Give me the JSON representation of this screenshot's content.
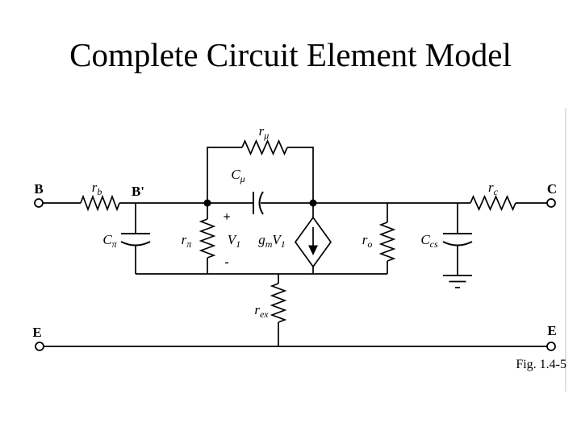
{
  "slide": {
    "title": "Complete Circuit Element Model"
  },
  "figure": {
    "caption": "Fig. 1.4-5",
    "line_color": "#000000",
    "background": "#ffffff",
    "terminals": {
      "base": "B",
      "base_internal": "B'",
      "collector": "C",
      "emitter_left": "E",
      "emitter_right": "E"
    },
    "labels": {
      "r_b": {
        "base": "r",
        "sub": "b"
      },
      "c_pi": {
        "base": "C",
        "sub": "π"
      },
      "r_pi": {
        "base": "r",
        "sub": "π"
      },
      "r_mu": {
        "base": "r",
        "sub": "μ"
      },
      "c_mu": {
        "base": "C",
        "sub": "μ"
      },
      "v1": {
        "base": "V",
        "sub": "1"
      },
      "v1_plus": "+",
      "v1_minus": "-",
      "gm": {
        "base": "g",
        "sub": "m"
      },
      "gm_v": {
        "base": "V",
        "sub": "1"
      },
      "r_o": {
        "base": "r",
        "sub": "o"
      },
      "c_cs": {
        "base": "C",
        "sub": "cs"
      },
      "r_c": {
        "base": "r",
        "sub": "c"
      },
      "r_ex": {
        "base": "r",
        "sub": "ex"
      }
    }
  }
}
